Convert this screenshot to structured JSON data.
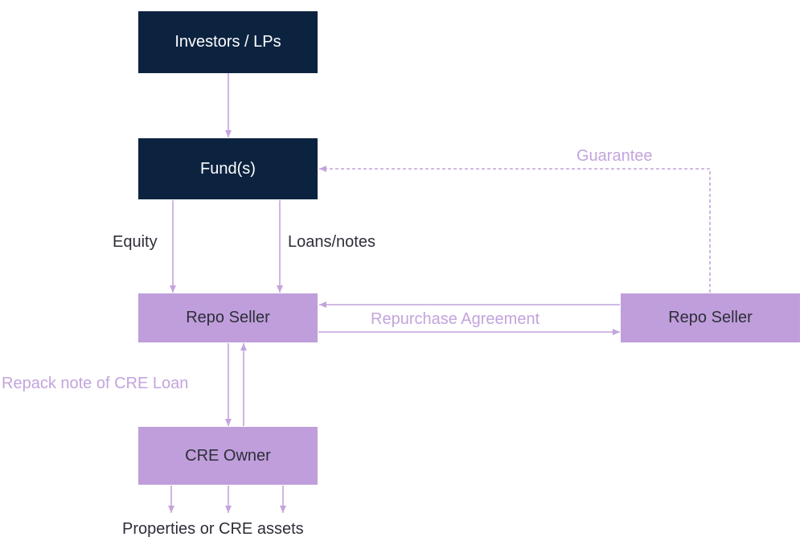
{
  "colors": {
    "dark_box": "#0c2340",
    "light_box": "#bf9edb",
    "arrow": "#c3a4dc",
    "light_text": "#c3a4dc",
    "dark_text": "#2e2e3a"
  },
  "nodes": {
    "investors": "Investors / LPs",
    "fund": "Fund(s)",
    "repo_seller_left": "Repo Seller",
    "repo_seller_right": "Repo Seller",
    "cre_owner": "CRE Owner"
  },
  "edge_labels": {
    "equity": "Equity",
    "loans_notes": "Loans/notes",
    "guarantee": "Guarantee",
    "repurchase_agreement": "Repurchase Agreement",
    "repack_note": "Repack note of CRE Loan",
    "properties": "Properties or CRE assets"
  }
}
